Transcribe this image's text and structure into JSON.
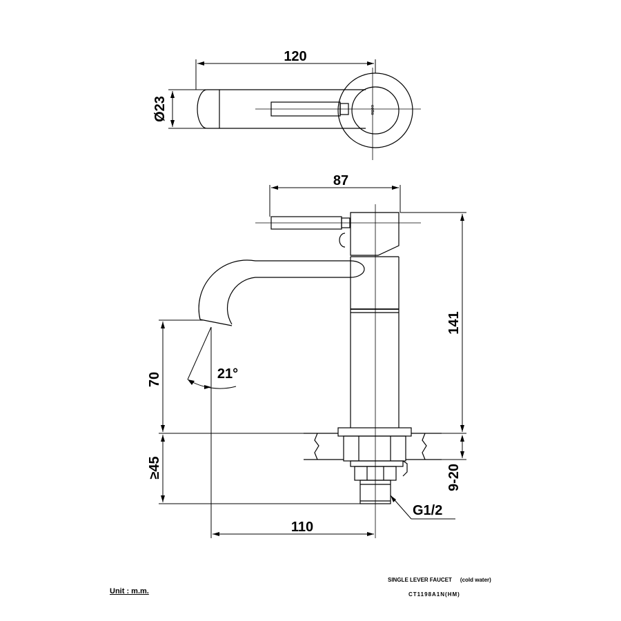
{
  "dimensions": {
    "top_length": "120",
    "diameter": "Ø23",
    "lever_length": "87",
    "height": "141",
    "spout_height": "70",
    "spout_angle": "21°",
    "mount_depth": "≥45",
    "counter_thickness": "9-20",
    "thread": "G1/2",
    "reach": "110"
  },
  "brand_mark": "cotto",
  "footer": {
    "unit": "Unit : m.m.",
    "product": "SINGLE LEVER FAUCET",
    "product_note": "(cold water)",
    "model": "CT1198A1N(HM)"
  }
}
